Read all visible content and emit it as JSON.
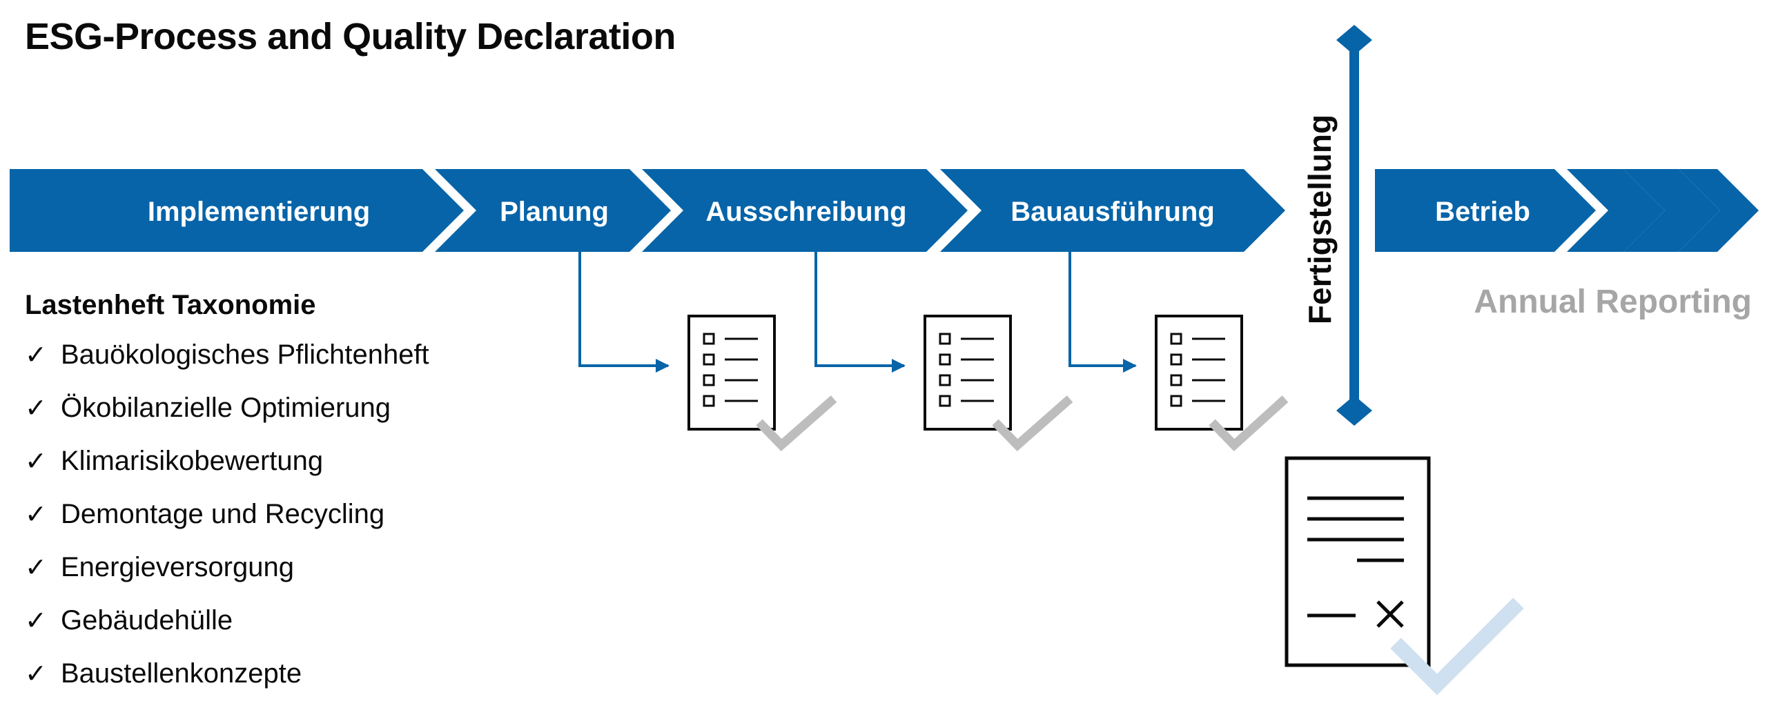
{
  "title": "ESG-Process and Quality Declaration",
  "colors": {
    "blue": "#0764a8",
    "gray_check": "#bdbdbd",
    "light_blue_check": "#cfe0f0",
    "annual_reporting": "#a6a6a6"
  },
  "phases": [
    {
      "id": "implementierung",
      "label": "Implementierung"
    },
    {
      "id": "planung",
      "label": "Planung"
    },
    {
      "id": "ausschreibung",
      "label": "Ausschreibung"
    },
    {
      "id": "bauausfuehrung",
      "label": "Bauausführung"
    },
    {
      "id": "betrieb",
      "label": "Betrieb"
    }
  ],
  "milestone": {
    "label": "Fertigstellung"
  },
  "annual_reporting": "Annual Reporting",
  "lastenheft": {
    "heading": "Lastenheft Taxonomie",
    "check_symbol": "✓",
    "items": [
      "Bauökologisches Pflichtenheft",
      "Ökobilanzielle Optimierung",
      "Klimarisikobewertung",
      "Demontage und Recycling",
      "Energieversorgung",
      "Gebäudehülle",
      "Baustellenkonzepte"
    ]
  },
  "icons": {
    "checklist_document": "checklist-document-icon",
    "check_mark": "check-mark-icon",
    "declaration_document": "signed-declaration-icon"
  }
}
